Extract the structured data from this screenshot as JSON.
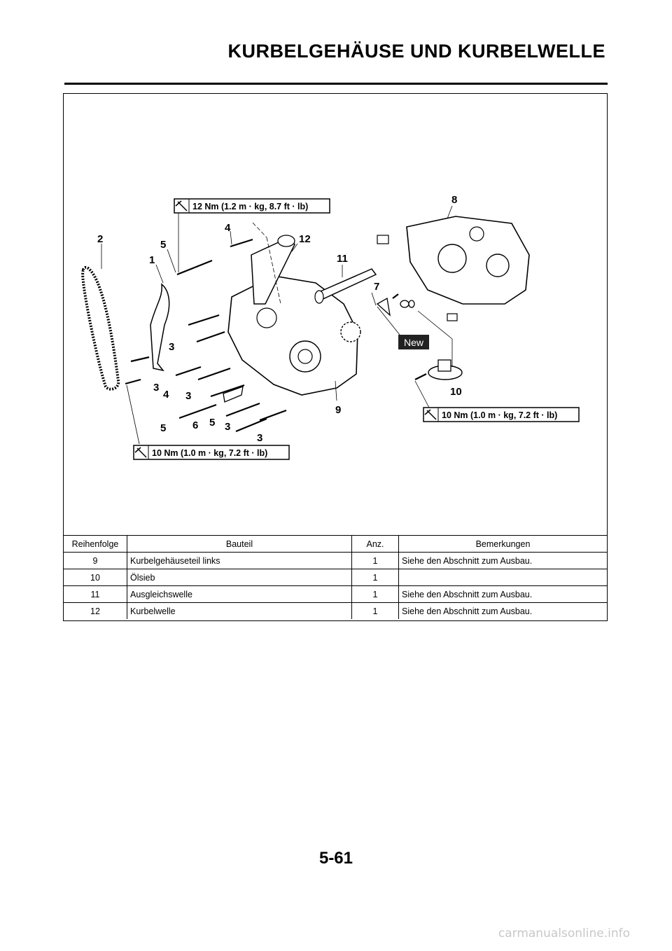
{
  "header": {
    "title": "KURBELGEHÄUSE UND KURBELWELLE"
  },
  "figure": {
    "torque_top": "12 Nm (1.2 m · kg, 8.7 ft · lb)",
    "torque_right": "10 Nm (1.0 m · kg, 7.2 ft · lb)",
    "torque_bottom": "10 Nm (1.0 m · kg, 7.2 ft · lb)",
    "new_badge": "New",
    "callouts": [
      "2",
      "5",
      "4",
      "12",
      "1",
      "11",
      "7",
      "8",
      "3",
      "3",
      "4",
      "3",
      "5",
      "6",
      "5",
      "3",
      "3",
      "9",
      "10"
    ]
  },
  "table": {
    "headers": {
      "seq": "Reihenfolge",
      "part": "Bauteil",
      "qty": "Anz.",
      "remarks": "Bemerkungen"
    },
    "rows": [
      {
        "seq": "9",
        "part": "Kurbelgehäuseteil links",
        "qty": "1",
        "remarks": "Siehe den Abschnitt zum Ausbau."
      },
      {
        "seq": "10",
        "part": "Ölsieb",
        "qty": "1",
        "remarks": ""
      },
      {
        "seq": "11",
        "part": "Ausgleichswelle",
        "qty": "1",
        "remarks": "Siehe den Abschnitt zum Ausbau."
      },
      {
        "seq": "12",
        "part": "Kurbelwelle",
        "qty": "1",
        "remarks": "Siehe den Abschnitt zum Ausbau."
      }
    ]
  },
  "footer": {
    "page_number": "5-61",
    "watermark": "carmanualsonline.info"
  }
}
